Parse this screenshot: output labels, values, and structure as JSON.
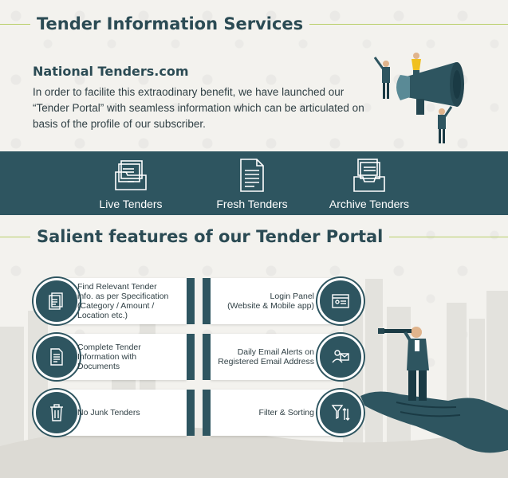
{
  "header": {
    "title": "Tender Information Services"
  },
  "intro": {
    "subtitle": "National Tenders.com",
    "text": "In order to facilite this extraodinary benefit, we have launched our “Tender Portal” with seamless information which can be articulated on basis of the profile of our subscriber."
  },
  "services": [
    {
      "label": "Live Tenders",
      "icon": "folder-files-icon"
    },
    {
      "label": "Fresh Tenders",
      "icon": "document-icon"
    },
    {
      "label": "Archive Tenders",
      "icon": "archive-tray-icon"
    }
  ],
  "features_heading": "Salient features of our Tender Portal",
  "features": {
    "left": [
      {
        "text": "Find Relevant Tender\ninfo. as per Specification\n(Category / Amount /\nLocation etc.)",
        "icon": "document-stack-icon"
      },
      {
        "text": "Complete Tender\nInformation with\nDocuments",
        "icon": "document-icon"
      },
      {
        "text": "No Junk Tenders",
        "icon": "trash-icon"
      }
    ],
    "right": [
      {
        "text": "Login Panel\n(Website & Mobile app)",
        "icon": "login-panel-icon"
      },
      {
        "text": "Daily Email Alerts on\nRegistered Email Address",
        "icon": "email-alert-icon"
      },
      {
        "text": "Filter & Sorting",
        "icon": "filter-sort-icon"
      }
    ]
  },
  "colors": {
    "primary": "#2e5560",
    "accent_line": "#b9cf6a",
    "background": "#f3f2ee",
    "text": "#2f3f44"
  }
}
